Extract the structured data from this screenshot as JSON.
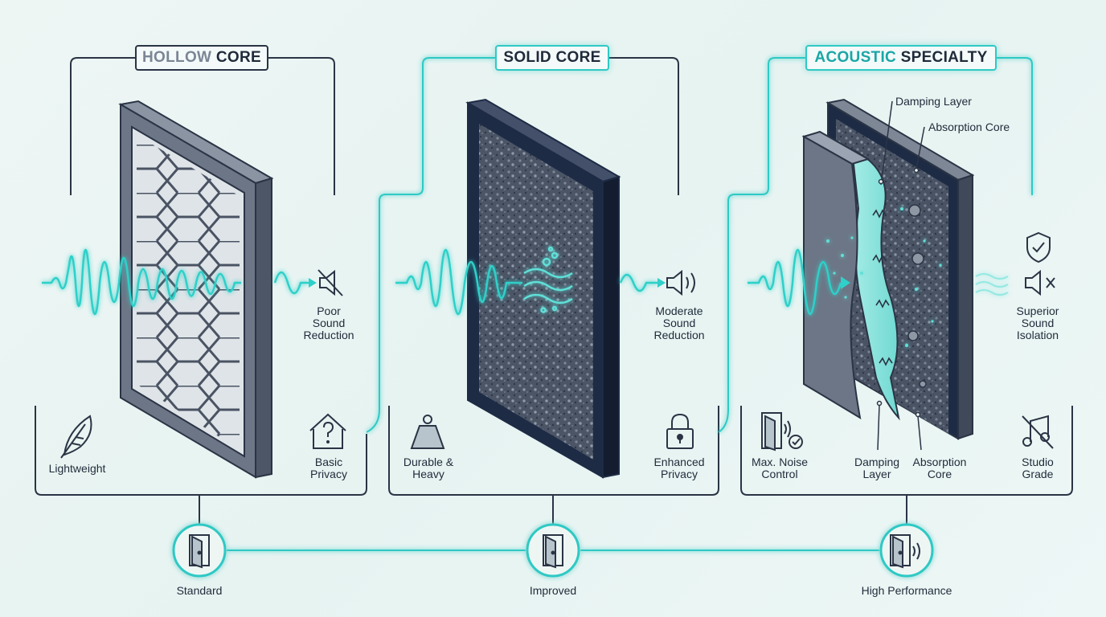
{
  "panels": [
    {
      "title_prefix": "HOLLOW",
      "title_suffix": "CORE",
      "sound_label": [
        "Poor",
        "Sound",
        "Reduction"
      ],
      "features": [
        {
          "label": [
            "Lightweight"
          ],
          "icon": "feather-icon"
        },
        {
          "label": [
            "Basic",
            "Privacy"
          ],
          "icon": "house-question-icon"
        }
      ]
    },
    {
      "title": "SOLID CORE",
      "sound_label": [
        "Moderate",
        "Sound",
        "Reduction"
      ],
      "features": [
        {
          "label": [
            "Durable &",
            "Heavy"
          ],
          "icon": "weight-icon"
        },
        {
          "label": [
            "Enhanced",
            "Privacy"
          ],
          "icon": "lock-icon"
        }
      ]
    },
    {
      "title_prefix": "ACOUSTIC",
      "title_suffix": "SPECIALTY",
      "sound_label": [
        "Superior",
        "Sound",
        "Isolation"
      ],
      "callouts": [
        "Damping Layer",
        "Absorption Core"
      ],
      "features": [
        {
          "label": [
            "Max. Noise",
            "Control"
          ],
          "icon": "door-sound-check-icon"
        },
        {
          "label": [
            "Damping",
            "Layer"
          ],
          "icon": ""
        },
        {
          "label": [
            "Absorption",
            "Core"
          ],
          "icon": ""
        },
        {
          "label": [
            "Studio",
            "Grade"
          ],
          "icon": "music-off-icon"
        }
      ]
    }
  ],
  "timeline": {
    "stages": [
      "Standard",
      "Improved",
      "High Performance"
    ]
  },
  "colors": {
    "accent": "#2fc9c4",
    "dark": "#2a3445",
    "door_grey": "#6c7686",
    "door_navy": "#1e2b45"
  }
}
